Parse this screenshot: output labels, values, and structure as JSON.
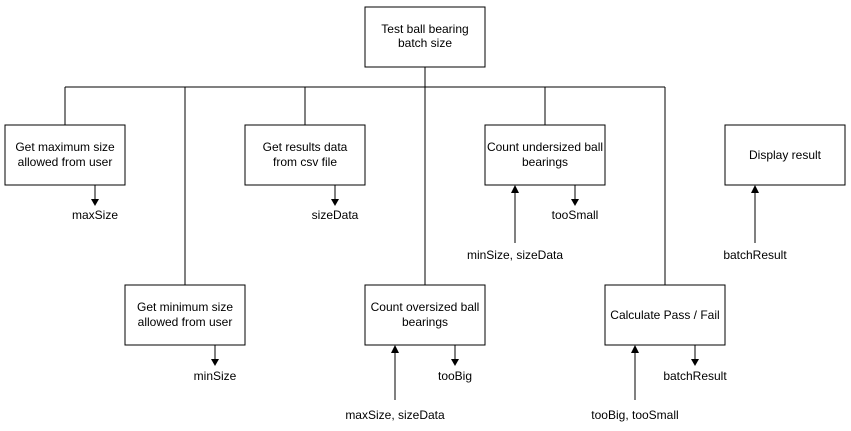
{
  "diagram": {
    "root": {
      "line1": "Test ball bearing",
      "line2": "batch size"
    },
    "boxes": {
      "get_max": {
        "line1": "Get maximum size",
        "line2": "allowed from user"
      },
      "get_min": {
        "line1": "Get minimum size",
        "line2": "allowed from user"
      },
      "get_results": {
        "line1": "Get results data",
        "line2": "from csv file"
      },
      "count_over": {
        "line1": "Count oversized ball",
        "line2": "bearings"
      },
      "count_under": {
        "line1": "Count undersized ball",
        "line2": "bearings"
      },
      "calc_pass_fail": {
        "line1": "Calculate Pass / Fail"
      },
      "display_result": {
        "line1": "Display result"
      }
    },
    "flows": {
      "max_size_out": "maxSize",
      "min_size_out": "minSize",
      "size_data_out": "sizeData",
      "over_in": "maxSize, sizeData",
      "over_out": "tooBig",
      "under_in": "minSize, sizeData",
      "under_out": "tooSmall",
      "calc_in": "tooBig, tooSmall",
      "calc_out": "batchResult",
      "display_in": "batchResult"
    }
  }
}
